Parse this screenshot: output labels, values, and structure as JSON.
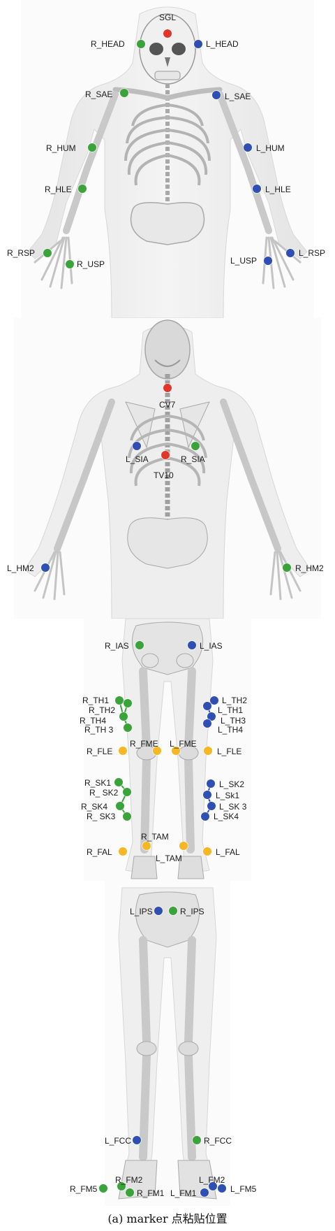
{
  "caption": "(a) marker 点粘贴位置",
  "legend_colors": {
    "left_side": "#2f4fb3",
    "right_side": "#3aa33a",
    "midline": "#e3362a",
    "joint_axis": "#f5b824"
  },
  "panels": [
    {
      "name": "front-upper-body",
      "labels": [
        "SGL",
        "R_HEAD",
        "L_HEAD",
        "R_SAE",
        "L_SAE",
        "R_HUM",
        "L_HUM",
        "R_HLE",
        "L_HLE",
        "R_RSP",
        "R_USP",
        "L_USP",
        "L_RSP"
      ]
    },
    {
      "name": "back-upper-body",
      "labels": [
        "CV7",
        "L_SIA",
        "R_SIA",
        "TV10",
        "L_HM2",
        "R_HM2"
      ]
    },
    {
      "name": "front-lower-body",
      "labels": [
        "R_IAS",
        "L_IAS",
        "R_TH1",
        "R_TH2",
        "R_TH4",
        "R_TH 3",
        "L_TH2",
        "L_TH1",
        "L_TH3",
        "L_TH4",
        "R_FME",
        "L_FME",
        "R_FLE",
        "L_FLE",
        "R_SK1",
        "R_ SK2",
        "R_SK4",
        "R_ SK3",
        "L_SK2",
        "L_Sk1",
        "L_SK 3",
        "L_SK4",
        "R_TAM",
        "R_FAL",
        "L_TAM",
        "L_FAL"
      ]
    },
    {
      "name": "back-lower-body",
      "labels": [
        "L_IPS",
        "R_IPS",
        "L_FCC",
        "R_FCC",
        "R_FM2",
        "R_FM5",
        "R_FM1",
        "L_FM2",
        "L_FM1",
        "L_FM5"
      ]
    }
  ]
}
